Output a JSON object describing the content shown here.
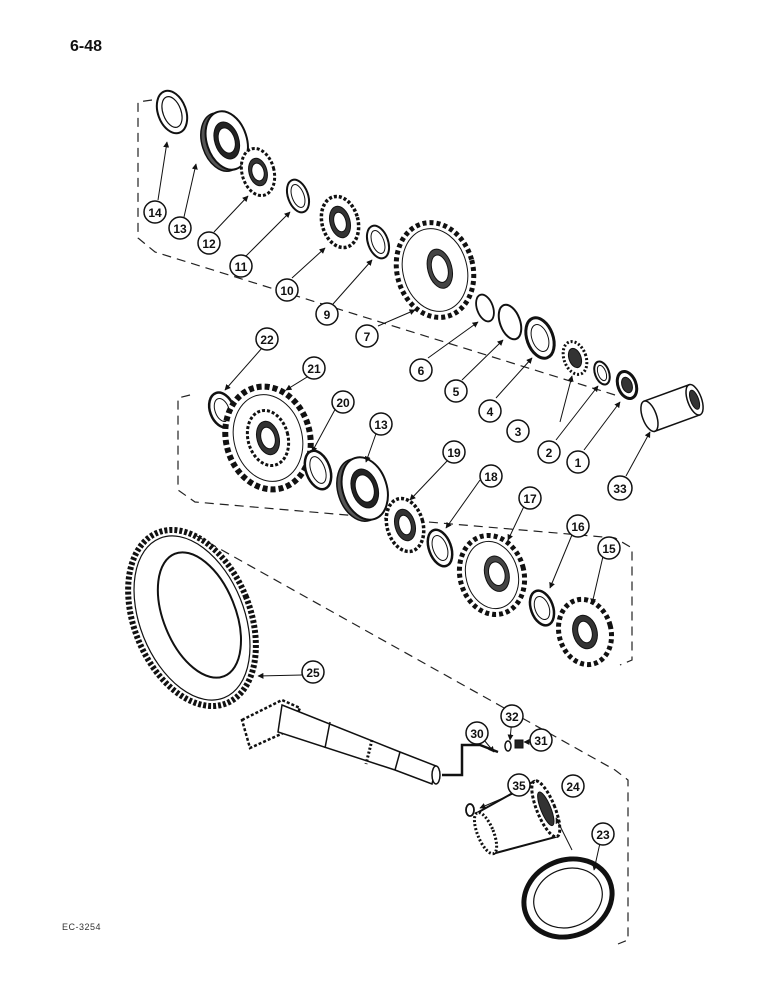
{
  "page_number": "6-48",
  "drawing_code": "EC-3254",
  "callouts": [
    "14",
    "13",
    "12",
    "11",
    "10",
    "9",
    "7",
    "6",
    "5",
    "4",
    "3",
    "2",
    "1",
    "33",
    "22",
    "21",
    "20",
    "13",
    "19",
    "18",
    "17",
    "16",
    "15",
    "25",
    "30",
    "32",
    "31",
    "35",
    "24",
    "23"
  ]
}
